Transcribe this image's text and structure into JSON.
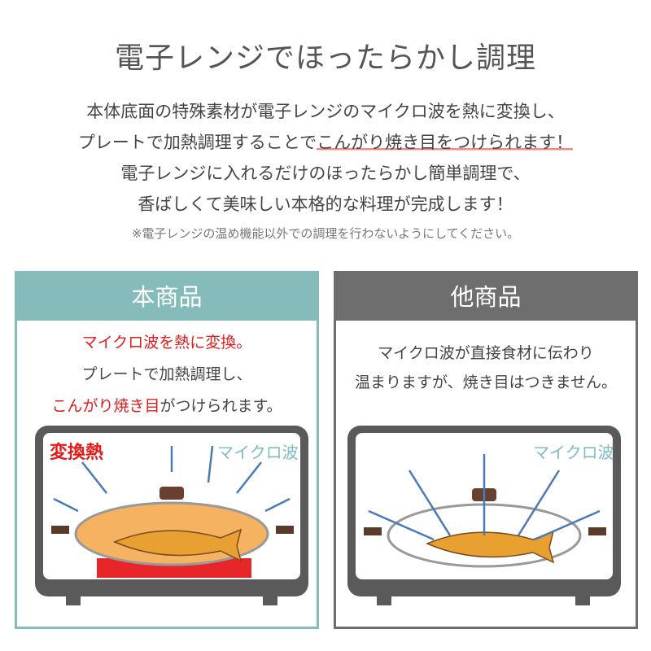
{
  "title": "電子レンジでほったらかし調理",
  "intro": {
    "line1": "本体底面の特殊素材が電子レンジのマイクロ波を熱に変換し、",
    "line2a": "プレートで加熱調理することで",
    "line2b": "こんがり焼き目をつけられます！",
    "line3": "電子レンジに入れるだけのほったらかし簡単調理で、",
    "line4": "香ばしくて美味しい本格的な料理が完成します！"
  },
  "note": "※電子レンジの温め機能以外での調理を行わないようにしてください。",
  "this_product": {
    "header": "本商品",
    "line1": "マイクロ波を熱に変換。",
    "line2": "プレートで加熱調理し、",
    "line3a": "こんがり焼き目",
    "line3b": "がつけられます。",
    "heat_label": "変換熱",
    "wave_label": "マイクロ波"
  },
  "other_product": {
    "header": "他商品",
    "line1": "マイクロ波が直接食材に伝わり",
    "line2": "温まりますが、焼き目はつきません。",
    "wave_label": "マイクロ波"
  },
  "colors": {
    "teal": "#85bcbb",
    "gray": "#6e6e6e",
    "red": "#e31a1a"
  }
}
